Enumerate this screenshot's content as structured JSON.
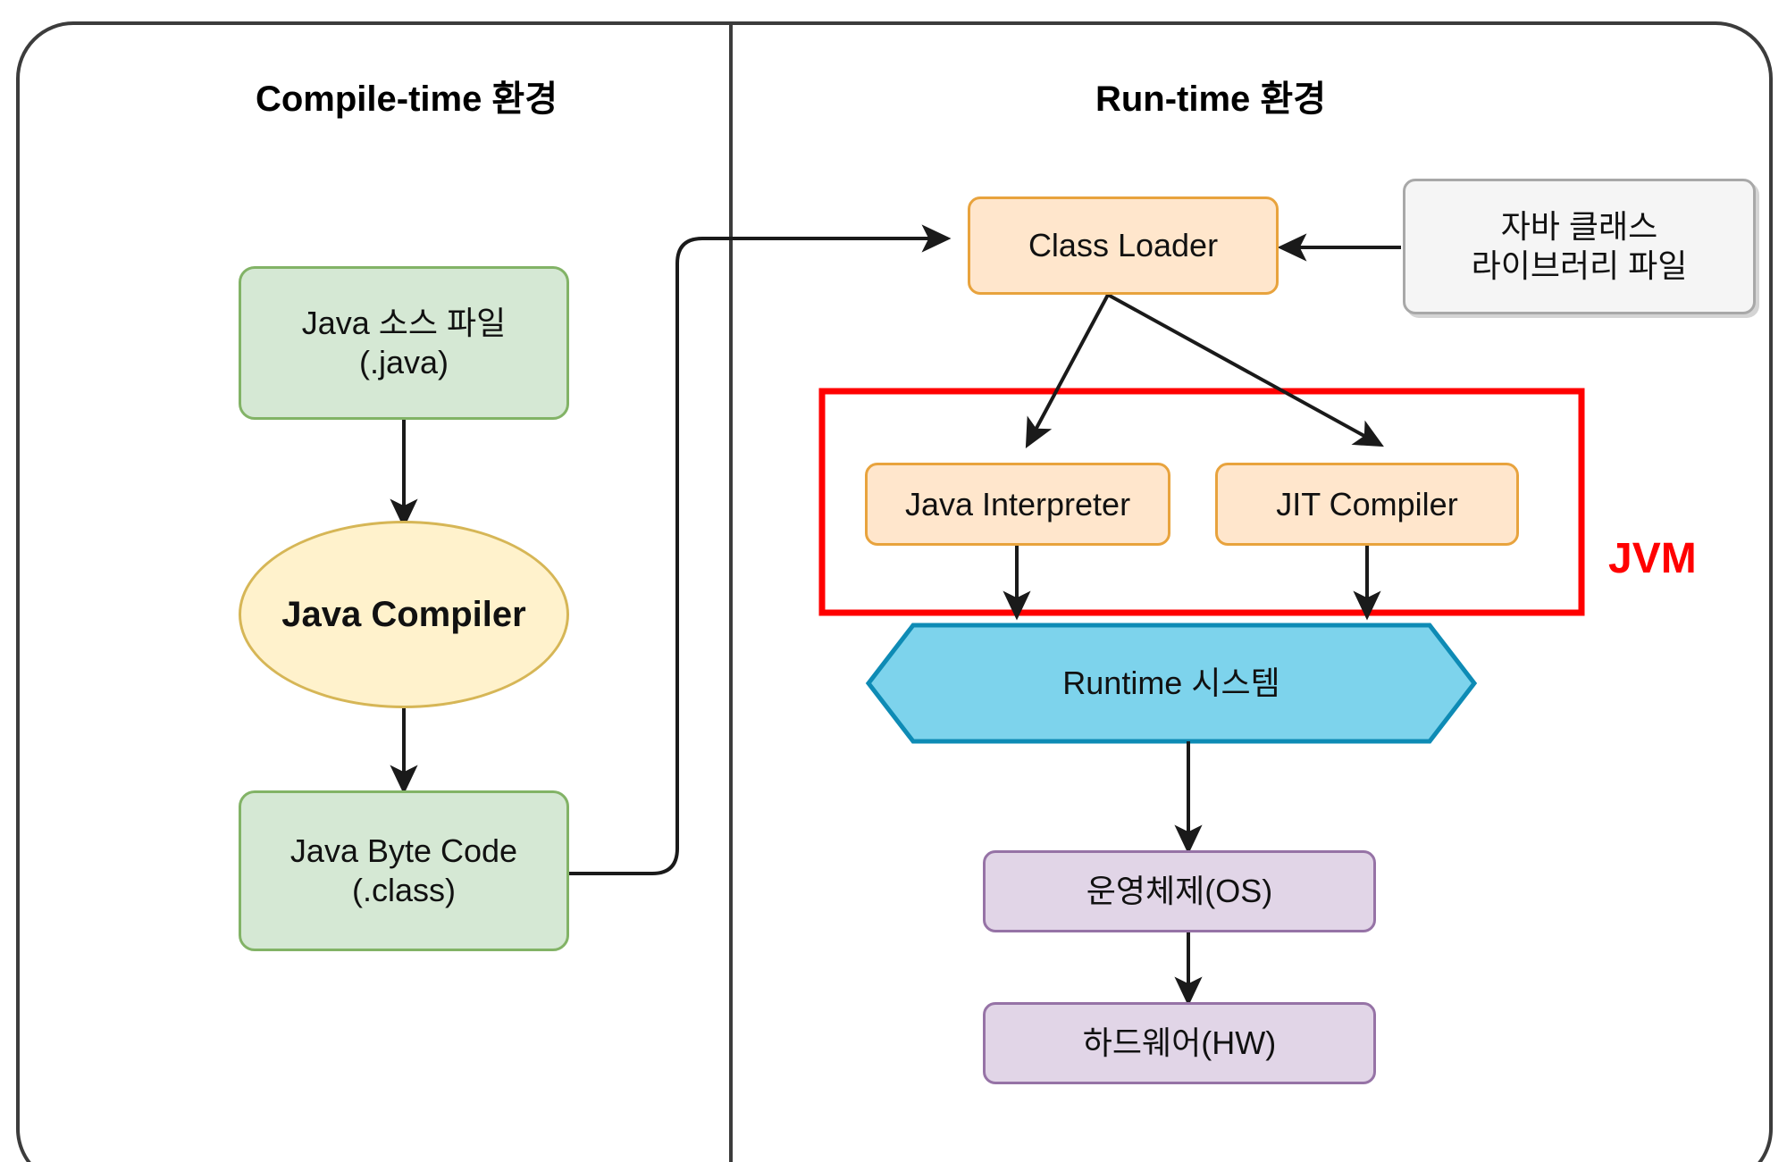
{
  "diagram": {
    "title_compile": "Compile-time 환경",
    "title_runtime": "Run-time 환경",
    "jvm_label": "JVM",
    "accent_colors": {
      "green_fill": "#d5e8d4",
      "green_stroke": "#82b366",
      "yellow_fill": "#fff2cc",
      "yellow_stroke": "#d6b656",
      "orange_fill": "#ffe6cc",
      "orange_stroke": "#e8a33d",
      "gray_fill": "#f5f5f5",
      "gray_stroke": "#a8a8a8",
      "blue_fill": "#7dd3ec",
      "blue_stroke": "#0e8bb5",
      "purple_fill": "#e1d5e7",
      "purple_stroke": "#9673a6",
      "jvm_red": "#ff0000",
      "edge_black": "#1a1a1a"
    }
  },
  "nodes": {
    "java_source": "Java 소스 파일\n(.java)",
    "java_compiler": "Java Compiler",
    "java_bytecode": "Java Byte Code\n(.class)",
    "class_loader": "Class Loader",
    "class_library": "자바 클래스\n라이브러리 파일",
    "java_interpreter": "Java Interpreter",
    "jit_compiler": "JIT Compiler",
    "runtime_system": "Runtime 시스템",
    "os": "운영체제(OS)",
    "hardware": "하드웨어(HW)"
  }
}
